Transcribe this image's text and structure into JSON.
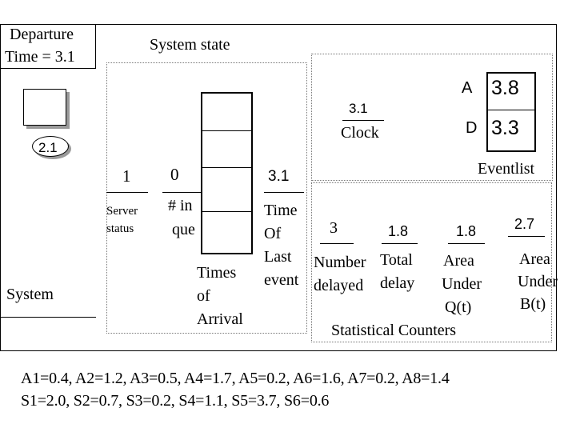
{
  "departure": {
    "line1": "Departure",
    "line2": "Time = 3.1"
  },
  "system_label": "System",
  "system_state_label": "System state",
  "server_box_value": "",
  "circle_value": "2.1",
  "server_status": {
    "value": "1",
    "label_line1": "Server",
    "label_line2": "status"
  },
  "queue": {
    "value": "0",
    "label_line1": "# in",
    "label_line2": "que"
  },
  "times_of_arrival": {
    "line1": "Times",
    "line2": "of",
    "line3": "Arrival"
  },
  "clock": {
    "value": "3.1",
    "label": "Clock"
  },
  "time_of_last_event": {
    "value": "3.1",
    "label": "Time\nOf\nLast\nevent"
  },
  "eventlist": {
    "label": "Eventlist",
    "entries": [
      {
        "key": "A",
        "value": "3.8"
      },
      {
        "key": "D",
        "value": "3.3"
      }
    ]
  },
  "statistical_counters": {
    "title": "Statistical Counters",
    "number_delayed": {
      "value": "3",
      "line1": "Number",
      "line2": "delayed"
    },
    "total_delay": {
      "value": "1.8",
      "line1": "Total",
      "line2": "delay"
    },
    "area_q": {
      "value": "1.8",
      "line1": "Area",
      "line2": "Under",
      "line3": "Q(t)"
    },
    "area_b": {
      "value": "2.7",
      "line1": "Area",
      "line2": "Under",
      "line3": "B(t)"
    }
  },
  "interarrival_line": "A1=0.4, A2=1.2, A3=0.5, A4=1.7, A5=0.2, A6=1.6, A7=0.2, A8=1.4",
  "service_line": "S1=2.0, S2=0.7, S3=0.2, S4=1.1, S5=3.7, S6=0.6"
}
